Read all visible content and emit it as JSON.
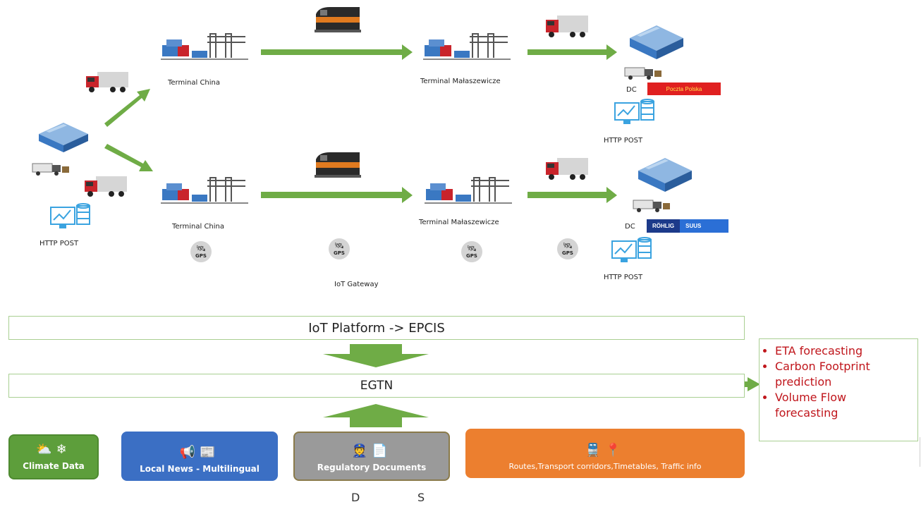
{
  "top_row": {
    "terminal_1": "Terminal China",
    "terminal_2": "Terminal Małaszewicze",
    "dc": "DC",
    "dc_http": "HTTP POST",
    "dc_logo": "Poczta Polska"
  },
  "bottom_row": {
    "terminal_1": "Terminal China",
    "terminal_2": "Terminal Małaszewicze",
    "dc": "DC",
    "dc_http": "HTTP POST",
    "dc_logo_left": "RÖHLIG",
    "dc_logo_right": "SUUS"
  },
  "origin": {
    "http": "HTTP POST"
  },
  "gps_label": "GPS",
  "iot_gateway": "IoT Gateway",
  "platform_bar": "IoT Platform -> EPCIS",
  "egtn_bar": "EGTN",
  "outputs": [
    "ETA forecasting",
    "Carbon Footprint prediction",
    "Volume Flow forecasting"
  ],
  "sources": {
    "climate": "Climate Data",
    "news": "Local News - Multilingual",
    "regulatory": "Regulatory Documents",
    "routes": "Routes,Transport corridors,Timetables, Traffic info"
  },
  "footer": {
    "left": "D",
    "right": "S"
  },
  "colors": {
    "arrow_green": "#6fac46",
    "climate": "#5d9e3b",
    "news": "#3b6fc4",
    "regulatory": "#9a9a9a",
    "routes": "#ec7f2f",
    "output_text": "#c0161c"
  }
}
